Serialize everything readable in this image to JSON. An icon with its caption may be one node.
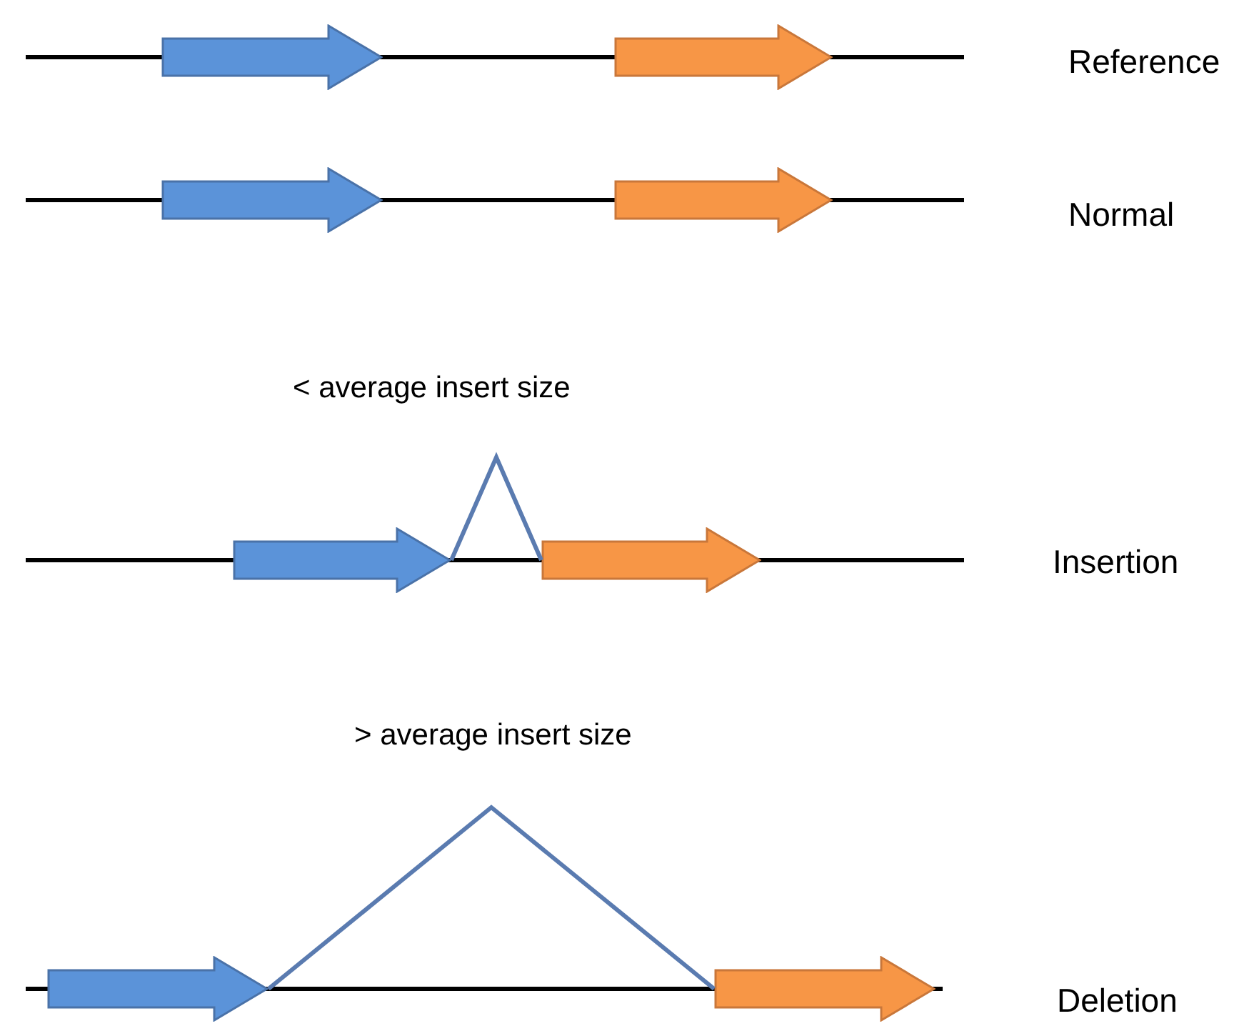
{
  "diagram": {
    "nodes": [
      {
        "text": [],
        "shape": "arrow"
      },
      {
        "text": [],
        "shape": "arrow"
      },
      {
        "text": [],
        "shape": "arrow"
      },
      {
        "text": [],
        "shape": "arrow"
      },
      {
        "text": [],
        "shape": "arrow"
      },
      {
        "text": [],
        "shape": "arrow"
      },
      {
        "text": [],
        "shape": "arrow"
      },
      {
        "text": [],
        "shape": "arrow"
      }
    ],
    "edges": [
      {
        "from": 4,
        "to": 5,
        "arrow": "none"
      },
      {
        "from": 6,
        "to": 7,
        "arrow": "none"
      }
    ],
    "labels": [
      "Reference",
      "Normal",
      "< average insert size",
      "Insertion",
      "> average insert size",
      "Deletion"
    ]
  }
}
